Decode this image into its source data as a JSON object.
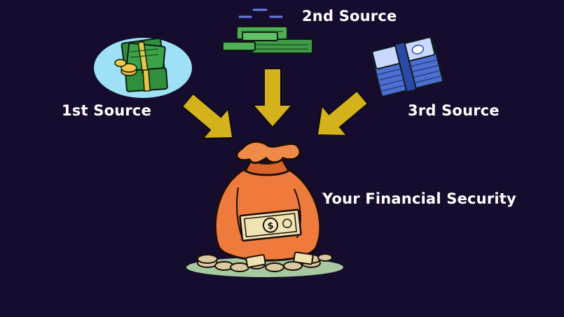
{
  "sources": [
    {
      "label": "1st Source",
      "icon": "cash-and-coins-icon"
    },
    {
      "label": "2nd Source",
      "icon": "banknote-stacks-icon"
    },
    {
      "label": "3rd Source",
      "icon": "blue-banknote-bundle-icon"
    }
  ],
  "center": {
    "label": "Your Financial Security",
    "icon": "money-bag-icon"
  },
  "colors": {
    "background": "#160c2e",
    "arrow": "#d4b21c",
    "bag": "#ee7a3c",
    "cash_green": "#2e8b3a",
    "cash_blue": "#5a7fd6",
    "disc": "#9ee0f5"
  }
}
